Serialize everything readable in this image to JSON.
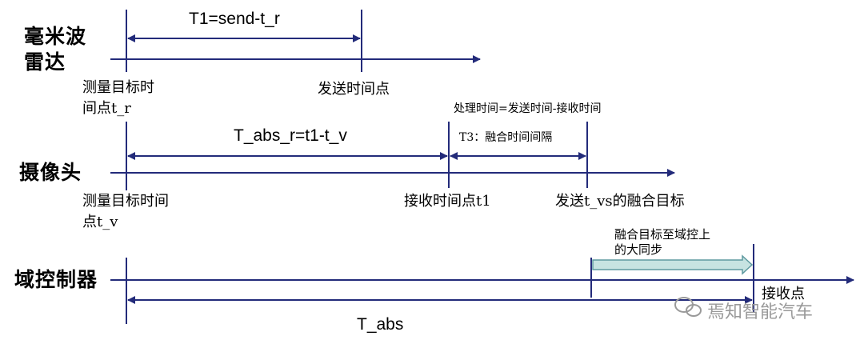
{
  "lanes": {
    "radar_line1": "毫米波",
    "radar_line2": "雷达",
    "camera": "摄像头",
    "domain_controller": "域控制器"
  },
  "radar": {
    "interval_label": "T1=send-t_r",
    "measure_line1": "测量目标时",
    "measure_line2": "间点t_r",
    "send_point": "发送时间点",
    "processing_note": "处理时间=发送时间-接收时间"
  },
  "camera": {
    "interval_label": "T_abs_r=t1-t_v",
    "t3_label": "T3：融合时间间隔",
    "measure_line1": "测量目标时间",
    "measure_line2": "点t_v",
    "receive_point": "接收时间点t1",
    "send_fusion": "发送t_vs的融合目标"
  },
  "domain": {
    "sync_line1": "融合目标至域控上",
    "sync_line2": "的大同步",
    "receive_point": "接收点",
    "interval_label": "T_abs"
  },
  "watermark": "焉知智能汽车",
  "colors": {
    "line": "#232b7a",
    "sync_arrow_fill": "#c6e3e1",
    "sync_arrow_stroke": "#5f9aa0"
  }
}
